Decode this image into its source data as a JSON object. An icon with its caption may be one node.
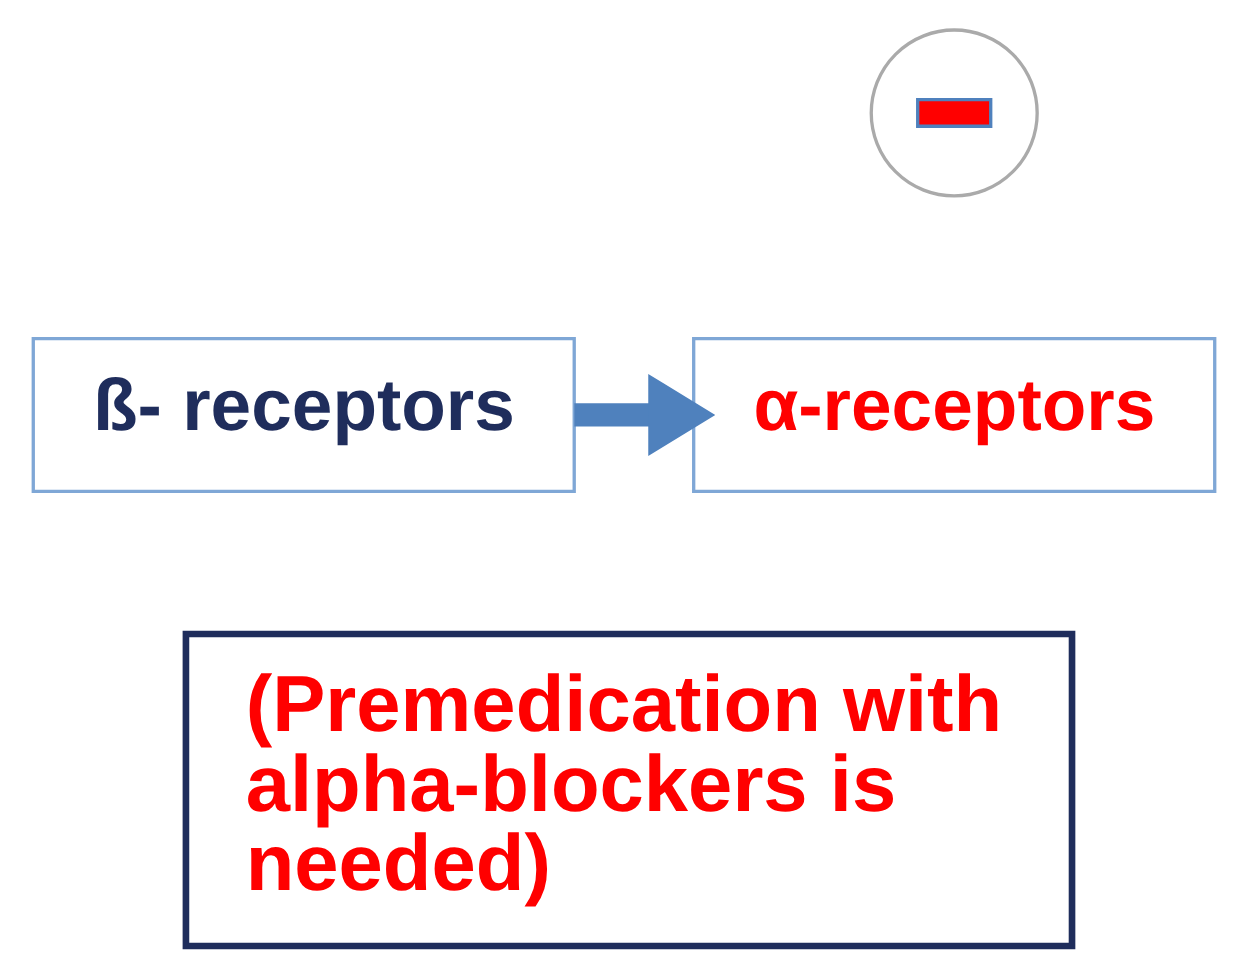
{
  "diagram": {
    "nodes": [
      {
        "text": [
          "ß- receptors"
        ]
      },
      {
        "text": [
          "α-receptors"
        ]
      },
      {
        "text": [],
        "shape": "circle"
      },
      {
        "text": [
          "(Premedication with alpha-blockers is needed)"
        ]
      }
    ],
    "edges": [
      {
        "from": 0,
        "to": 1,
        "arrow": "to",
        "color": "#4f81bd"
      }
    ]
  }
}
